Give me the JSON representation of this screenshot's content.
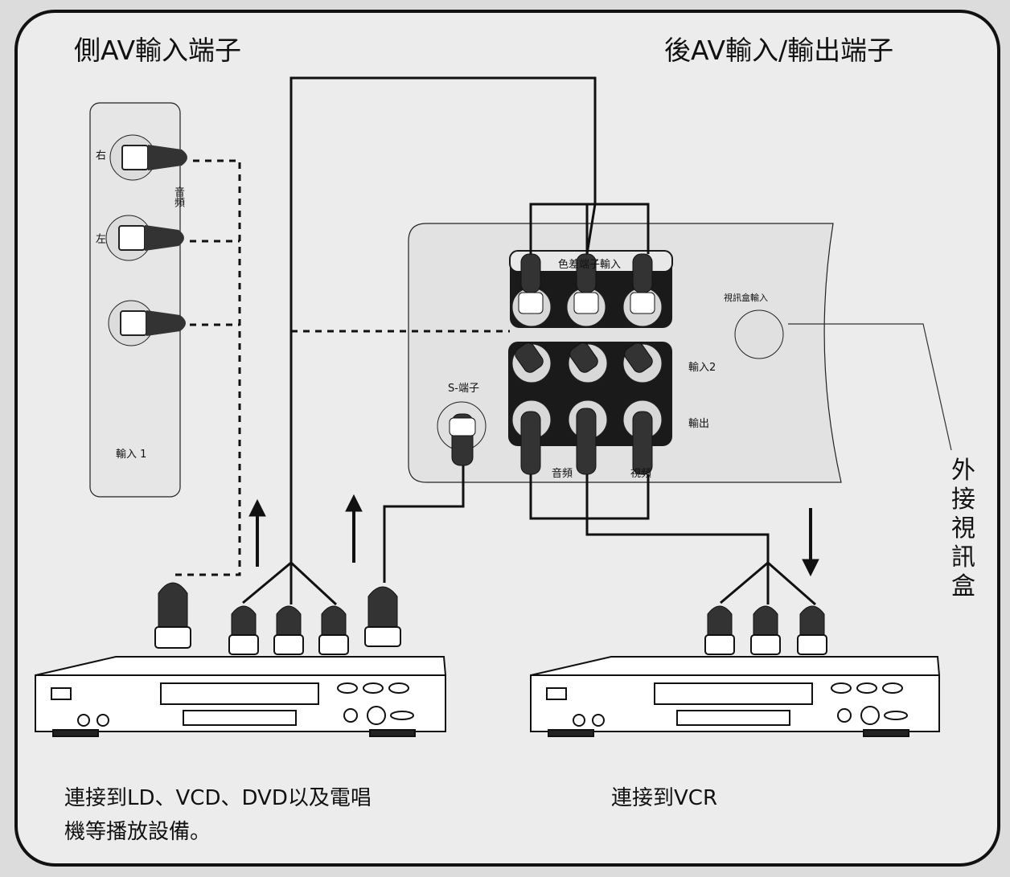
{
  "titles": {
    "side": "側AV輸入端子",
    "rear": "後AV輸入/輸出端子"
  },
  "side_panel": {
    "right": "右",
    "left": "左",
    "audio": "音頻",
    "input1": "輸入 1"
  },
  "rear_panel": {
    "component_in": "色差端子輸入",
    "s_terminal": "S-端子",
    "input2": "輸入2",
    "output": "輸出",
    "audio": "音頻",
    "video": "視頻",
    "settop_in": "視訊盒輸入"
  },
  "external": {
    "settop_box": "外接視訊盒"
  },
  "captions": {
    "player_line1": "連接到LD、VCD、DVD以及電唱",
    "player_line2": "機等播放設備。",
    "vcr": "連接到VCR"
  }
}
